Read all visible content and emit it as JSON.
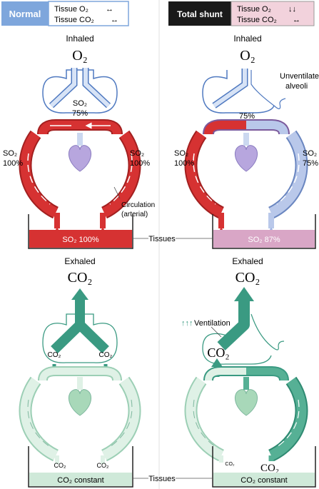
{
  "legend": {
    "normal": {
      "title": "Normal",
      "o2": "Tissue O₂",
      "co2": "Tissue CO₂"
    },
    "shunt": {
      "title": "Total shunt",
      "o2": "Tissue O₂",
      "co2": "Tissue CO₂"
    }
  },
  "top": {
    "inhaled": "Inhaled",
    "o2": "O₂",
    "unventilated": [
      "Unventilated",
      "alveoli"
    ],
    "normal": {
      "mid_so2": "SO₂",
      "mid_pct": "75%",
      "left_so2": "SO₂",
      "left_pct": "100%",
      "right_so2": "SO₂",
      "right_pct": "100%",
      "circulation": [
        "Circulation",
        "(arterial)"
      ],
      "tissue": "SO₂  100%"
    },
    "shunt": {
      "mid_pct": "75%",
      "left_so2": "SO₂",
      "left_pct": "100%",
      "right_so2": "SO₂",
      "right_pct": "75%",
      "tissue": "SO₂  87%"
    },
    "tissues_label": "Tissues"
  },
  "bottom": {
    "exhaled": "Exhaled",
    "co2": "CO₂",
    "ventilation": "Ventilation",
    "ventilation_arrows": "↑↑↑",
    "normal": {
      "left_co2": "CO₂",
      "right_co2": "CO₂",
      "drop_left": "CO₂",
      "drop_right": "CO₂",
      "tissue": "CO₂ constant"
    },
    "shunt": {
      "alv_co2": "CO₂",
      "drop_left": "CO₂",
      "drop_right": "CO₂",
      "tissue": "CO₂ constant"
    },
    "tissues_label": "Tissues"
  },
  "colors": {
    "red": "#d63232",
    "red_light": "#f3b2b2",
    "blue_light": "#cbd8f0",
    "blue_dark": "#7f9fd6",
    "green_dark": "#3a9a82",
    "green_light": "#cfe9d9",
    "pink": "#d9a6c6",
    "legend_blue": "#7ea6dc"
  }
}
